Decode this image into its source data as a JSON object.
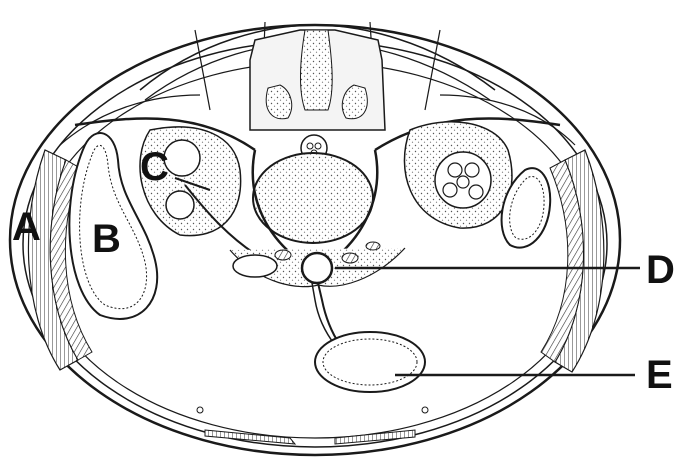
{
  "labels": {
    "a": "A",
    "b": "B",
    "c": "C",
    "d": "D",
    "e": "E"
  },
  "colors": {
    "ink": "#1a1a1a",
    "background": "#ffffff",
    "fill_light": "#f4f4f4"
  }
}
